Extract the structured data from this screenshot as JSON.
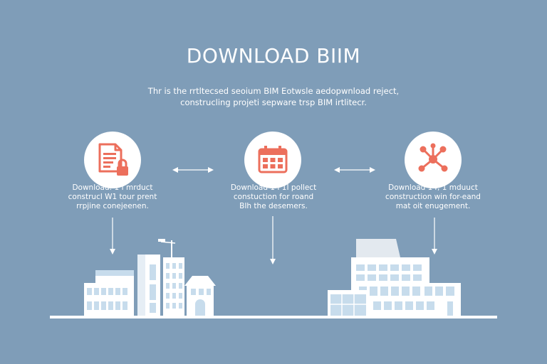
{
  "header": {
    "title": "DOWNLOAD BIIM",
    "subtitle_lines": [
      "Thr is the rrtltecsed seoium BIM Eotwsle aedopwnload reject,",
      "construcling projeti sepware trsp BIM irtlitecr."
    ]
  },
  "steps": [
    {
      "icon": "document-lock-icon",
      "lines": [
        "Download: 1 I mrduct",
        "construcl W1 tour prent",
        "rrpjine conejeenen."
      ]
    },
    {
      "icon": "calendar-icon",
      "lines": [
        "Download 1 I 1I pollect",
        "constuction for roand",
        "BIh the desemers."
      ]
    },
    {
      "icon": "network-icon",
      "lines": [
        "Download 14, 1 mduuct",
        "construction win for-eand",
        "mat oit enugement."
      ]
    }
  ],
  "colors": {
    "background": "#7f9db8",
    "accent": "#ec6f5c",
    "window": "#c7dcec",
    "building": "#ffffff"
  }
}
